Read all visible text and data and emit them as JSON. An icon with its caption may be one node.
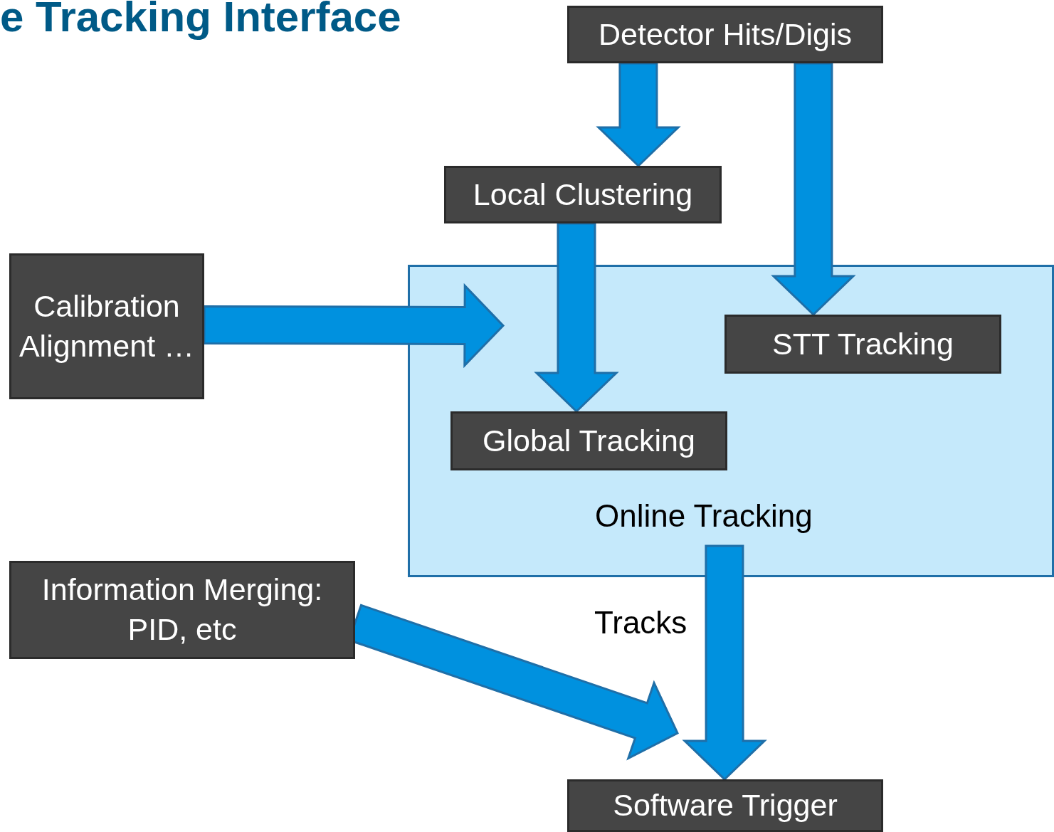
{
  "diagram": {
    "title": "e Tracking Interface",
    "nodes": [
      {
        "text": [
          "Detector Hits/Digis"
        ]
      },
      {
        "text": [
          "Local Clustering"
        ]
      },
      {
        "text": [
          "Calibration Alignment …"
        ]
      },
      {
        "text": [
          "Online Tracking"
        ]
      },
      {
        "text": [
          "STT Tracking"
        ],
        "in": 3
      },
      {
        "text": [
          "Global Tracking"
        ],
        "in": 3
      },
      {
        "text": [
          "Information Merging: PID, etc"
        ]
      },
      {
        "text": [
          "Software Trigger"
        ]
      }
    ],
    "edges": [
      {
        "from": 0,
        "to": 1,
        "arrow": "to",
        "style": "thick"
      },
      {
        "from": 0,
        "to": 4,
        "arrow": "to",
        "style": "thick"
      },
      {
        "from": 1,
        "to": 5,
        "arrow": "to",
        "style": "thick"
      },
      {
        "from": 2,
        "to": 3,
        "arrow": "to",
        "style": "thick"
      },
      {
        "from": 3,
        "to": 7,
        "arrow": "to",
        "style": "thick",
        "label": "Tracks"
      },
      {
        "from": 6,
        "to": 7,
        "arrow": "to",
        "style": "thick"
      }
    ]
  }
}
